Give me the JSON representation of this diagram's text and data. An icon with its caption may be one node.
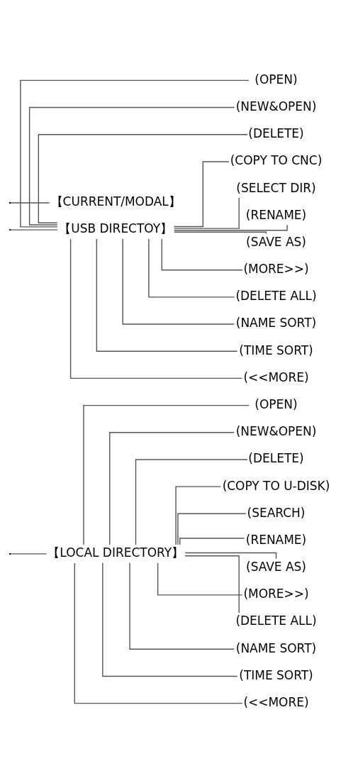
{
  "diagram": {
    "nodes": [
      {
        "text": [
          "【LOCAL DIRECTORY】"
        ]
      },
      {
        "text": [
          "(OPEN)"
        ]
      },
      {
        "text": [
          "(NEW&OPEN)"
        ]
      },
      {
        "text": [
          "(DELETE)"
        ]
      },
      {
        "text": [
          "(COPY TO U-DISK)"
        ]
      },
      {
        "text": [
          "(SEARCH)"
        ]
      },
      {
        "text": [
          "(RENAME)"
        ]
      },
      {
        "text": [
          "(SAVE AS)"
        ]
      },
      {
        "text": [
          "(MORE>>)"
        ]
      },
      {
        "text": [
          "(DELETE ALL)"
        ]
      },
      {
        "text": [
          "(NAME SORT)"
        ]
      },
      {
        "text": [
          "(TIME SORT)"
        ]
      },
      {
        "text": [
          "(<<MORE)"
        ]
      },
      {
        "text": [
          "【USB DIRECTOY】"
        ]
      },
      {
        "text": [
          "(OPEN)"
        ]
      },
      {
        "text": [
          "(NEW&OPEN)"
        ]
      },
      {
        "text": [
          "(DELETE)"
        ]
      },
      {
        "text": [
          "(COPY TO CNC)"
        ]
      },
      {
        "text": [
          "(SELECT DIR)"
        ]
      },
      {
        "text": [
          "(RENAME)"
        ]
      },
      {
        "text": [
          "(SAVE AS)"
        ]
      },
      {
        "text": [
          "(MORE>>)"
        ]
      },
      {
        "text": [
          "(DELETE ALL)"
        ]
      },
      {
        "text": [
          "(NAME SORT)"
        ]
      },
      {
        "text": [
          "(TIME SORT)"
        ]
      },
      {
        "text": [
          "(<<MORE)"
        ]
      },
      {
        "text": [
          "【CURRENT/MODAL】"
        ]
      }
    ],
    "edges": [
      {
        "from": null,
        "to": 0,
        "arrow": "none"
      },
      {
        "from": null,
        "to": 13,
        "arrow": "none"
      },
      {
        "from": null,
        "to": 26,
        "arrow": "none"
      },
      {
        "from": 0,
        "to": 1,
        "arrow": "none"
      },
      {
        "from": 0,
        "to": 2,
        "arrow": "none"
      },
      {
        "from": 0,
        "to": 3,
        "arrow": "none"
      },
      {
        "from": 0,
        "to": 4,
        "arrow": "none"
      },
      {
        "from": 0,
        "to": 5,
        "arrow": "none"
      },
      {
        "from": 0,
        "to": 6,
        "arrow": "none"
      },
      {
        "from": 0,
        "to": 7,
        "arrow": "none"
      },
      {
        "from": 0,
        "to": 8,
        "arrow": "none"
      },
      {
        "from": 0,
        "to": 9,
        "arrow": "none"
      },
      {
        "from": 0,
        "to": 10,
        "arrow": "none"
      },
      {
        "from": 0,
        "to": 11,
        "arrow": "none"
      },
      {
        "from": 0,
        "to": 12,
        "arrow": "none"
      },
      {
        "from": 13,
        "to": 14,
        "arrow": "none"
      },
      {
        "from": 13,
        "to": 15,
        "arrow": "none"
      },
      {
        "from": 13,
        "to": 16,
        "arrow": "none"
      },
      {
        "from": 13,
        "to": 17,
        "arrow": "none"
      },
      {
        "from": 13,
        "to": 18,
        "arrow": "none"
      },
      {
        "from": 13,
        "to": 19,
        "arrow": "none"
      },
      {
        "from": 13,
        "to": 20,
        "arrow": "none"
      },
      {
        "from": 13,
        "to": 21,
        "arrow": "none"
      },
      {
        "from": 13,
        "to": 22,
        "arrow": "none"
      },
      {
        "from": 13,
        "to": 23,
        "arrow": "none"
      },
      {
        "from": 13,
        "to": 24,
        "arrow": "none"
      },
      {
        "from": 13,
        "to": 25,
        "arrow": "none"
      }
    ]
  }
}
